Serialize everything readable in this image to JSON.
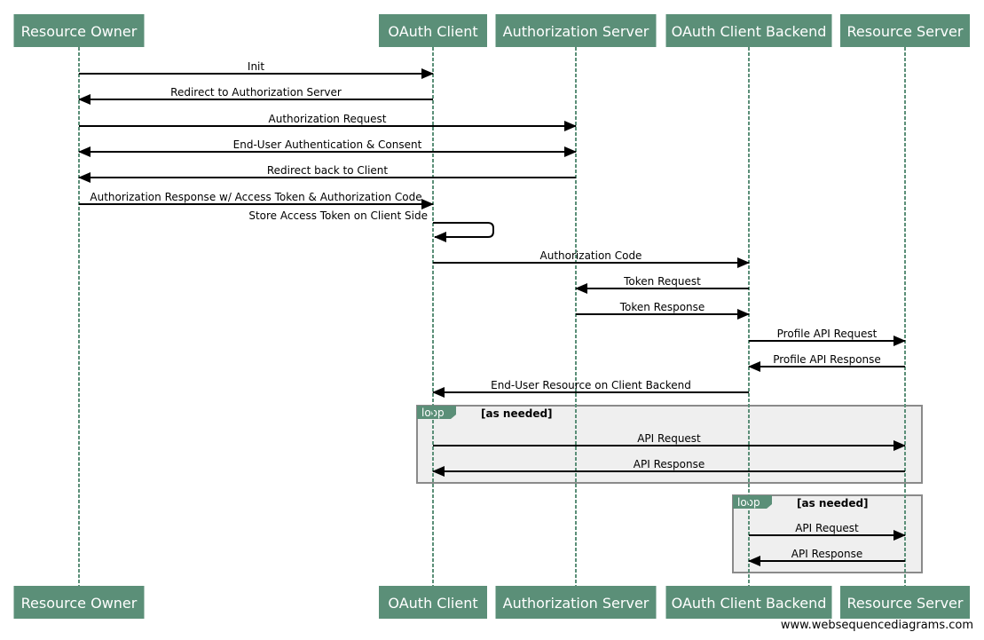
{
  "actors": [
    {
      "id": "ro",
      "label": "Resource Owner"
    },
    {
      "id": "oc",
      "label": "OAuth Client"
    },
    {
      "id": "as",
      "label": "Authorization Server"
    },
    {
      "id": "ocb",
      "label": "OAuth Client Backend"
    },
    {
      "id": "rs",
      "label": "Resource Server"
    }
  ],
  "messages": [
    {
      "label": "Init",
      "from": "ro",
      "to": "oc"
    },
    {
      "label": "Redirect to Authorization Server",
      "from": "oc",
      "to": "ro"
    },
    {
      "label": "Authorization Request",
      "from": "ro",
      "to": "as"
    },
    {
      "label": "End-User Authentication & Consent",
      "from": "ro",
      "to": "as",
      "bidirectional": true
    },
    {
      "label": "Redirect back to Client",
      "from": "as",
      "to": "ro"
    },
    {
      "label": "Authorization Response w/ Access Token & Authorization Code",
      "from": "ro",
      "to": "oc"
    },
    {
      "label": "Store Access Token on Client Side",
      "from": "oc",
      "to": "oc",
      "self": true
    },
    {
      "label": "Authorization Code",
      "from": "oc",
      "to": "ocb"
    },
    {
      "label": "Token Request",
      "from": "ocb",
      "to": "as"
    },
    {
      "label": "Token Response",
      "from": "as",
      "to": "ocb"
    },
    {
      "label": "Profile API Request",
      "from": "ocb",
      "to": "rs"
    },
    {
      "label": "Profile API Response",
      "from": "rs",
      "to": "ocb"
    },
    {
      "label": "End-User Resource on Client Backend",
      "from": "ocb",
      "to": "oc"
    },
    {
      "label": "API Request",
      "from": "oc",
      "to": "rs"
    },
    {
      "label": "API Response",
      "from": "rs",
      "to": "oc"
    },
    {
      "label": "API Request",
      "from": "ocb",
      "to": "rs"
    },
    {
      "label": "API Response",
      "from": "rs",
      "to": "ocb"
    }
  ],
  "loops": [
    {
      "tag": "loop",
      "condition": "[as needed]",
      "from": "oc",
      "to": "rs"
    },
    {
      "tag": "loop",
      "condition": "[as needed]",
      "from": "ocb",
      "to": "rs"
    }
  ],
  "watermark": "www.websequencediagrams.com"
}
